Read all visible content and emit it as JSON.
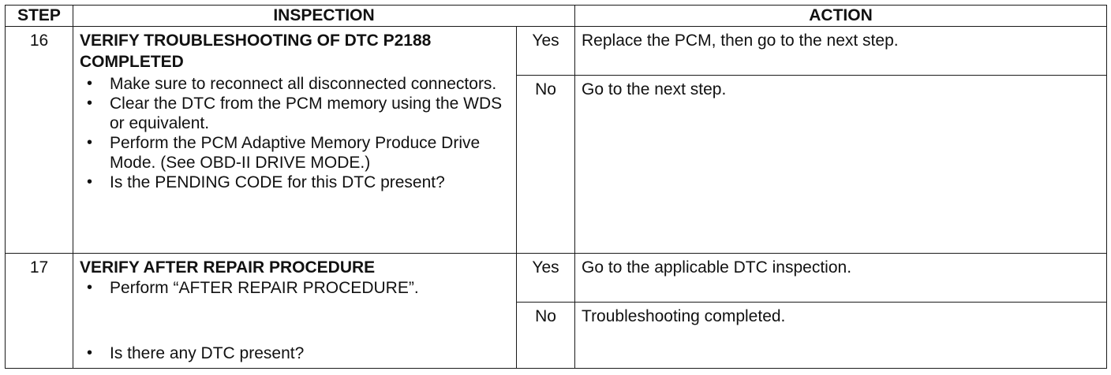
{
  "headers": {
    "step": "STEP",
    "inspection": "INSPECTION",
    "action": "ACTION"
  },
  "rows": [
    {
      "step": "16",
      "title": "VERIFY TROUBLESHOOTING OF DTC P2188 COMPLETED",
      "bullets": [
        "Make sure to reconnect all disconnected connectors.",
        "Clear the DTC from the PCM memory using the WDS or equivalent.",
        "Perform the PCM Adaptive Memory Produce Drive Mode. (See OBD-II DRIVE MODE.)",
        "Is the PENDING CODE for this DTC present?"
      ],
      "yes_label": "Yes",
      "yes_action": "Replace the PCM, then go to the next step.",
      "no_label": "No",
      "no_action": "Go to the next step."
    },
    {
      "step": "17",
      "title": "VERIFY AFTER REPAIR PROCEDURE",
      "bullets": [
        "Perform “AFTER REPAIR PROCEDURE”.",
        "Is there any DTC present?"
      ],
      "yes_label": "Yes",
      "yes_action": "Go to the applicable DTC inspection.",
      "no_label": "No",
      "no_action": "Troubleshooting completed."
    }
  ]
}
